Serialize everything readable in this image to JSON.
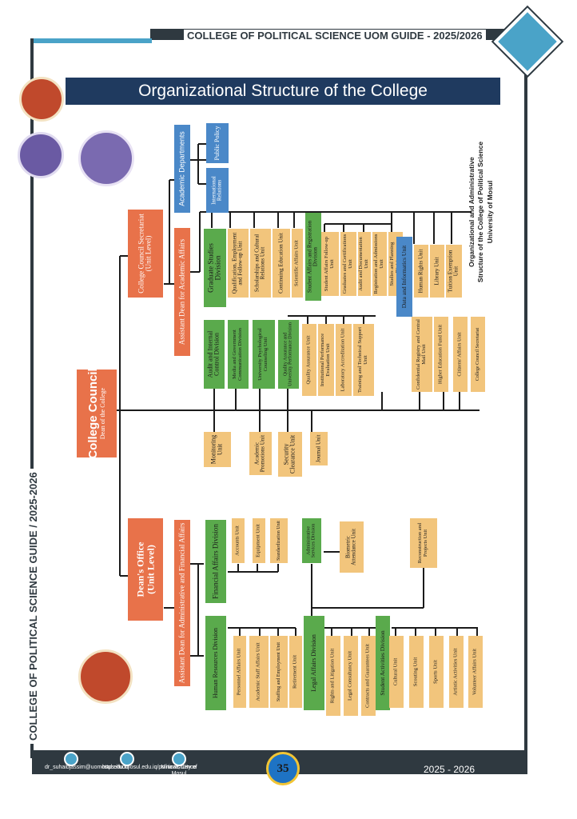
{
  "header": {
    "guide_title": "COLLEGE OF POLITICAL SCIENCE UOM GUIDE - 2025/2026",
    "side_title": "COLLEGE OF POLITICAL SCIENCE GUIDE / 2025-2026",
    "banner": "Organizational Structure of the College"
  },
  "caption": {
    "line1": "Organizational and Administrative",
    "line2": "Structure of the College of Political Science",
    "line3": "University of Mosul"
  },
  "chart": {
    "council": "College Council",
    "dean": "Dean of the College",
    "council_secretariat": "College Council Secretariat",
    "council_secretariat_level": "(Unit Level)",
    "deans_office": "Dean's Office",
    "deans_office_level": "(Unit Level)",
    "academic_departments": "Academic Departments",
    "public_policy": "Public Policy",
    "international_relations": "International Relations",
    "asst_academic": "Assistant Dean for Academic Affairs",
    "graduate_studies": "Graduate Studies Division",
    "qualification": "Qualification, Employment and Follow-up Unit",
    "scholarships": "Scholarships and Cultural Relations Unit",
    "continuing_education": "Continuing Education Unit",
    "scientific_affairs": "Scientific Affairs Unit",
    "student_affairs_reg": "Student Affairs and Registration Division",
    "student_affairs_followup": "Student Affairs Follow-up Unit",
    "graduates_cert": "Graduates and Certifications Unit",
    "audit_documentation": "Audit and Documentation Unit",
    "registration_admissions": "Registration and Admissions Unit",
    "studies_planning": "Studies and Planning Division",
    "data_informatics": "Data and Informatics Unit",
    "human_rights": "Human Rights Unit",
    "library": "Library Unit",
    "tuition_exemption": "Tuition Exemption Unit",
    "audit_internal": "Audit and Internal Control Division",
    "media_gov": "Media and Government Communication Division",
    "psych_counseling": "University Psychological Counseling Unit",
    "quality_assurance_div": "Quality Assurance and University Performance Division",
    "quality_assurance_unit": "Quality Assurance Unit",
    "institutional_eval": "Institutional Performance Evaluation Unit",
    "lab_accreditation": "Laboratory Accreditation Unit",
    "training_support": "Training and Technical Support Unit",
    "confidential_registry": "Confidential Registry and Central Mail Unit",
    "higher_education_fund": "Higher Education Fund Unit",
    "citizens_affairs": "Citizens' Affairs Unit",
    "council_secretariat_small": "College Council Secretariat",
    "monitoring": "Monitoring Unit",
    "academic_promotions": "Academic Promotions Unit",
    "security_clearance": "Security Clearance Unit",
    "journal": "Journal Unit",
    "asst_admin": "Assistant Dean for Administrative and Financial Affairs",
    "financial_affairs": "Financial Affairs Division",
    "accounts": "Accounts Unit",
    "equipment": "Equipment Unit",
    "standardization": "Standardization Unit",
    "admin_services": "Administrative Services Division",
    "biometric": "Biometric Attendance Unit",
    "reconstruction": "Reconstruction and Projects Unit",
    "human_resources": "Human Resources Division",
    "personnel": "Personnel Affairs Unit",
    "academic_staff": "Academic Staff Affairs Unit",
    "staffing": "Staffing and Employment Unit",
    "retirement": "Retirement Unit",
    "legal_affairs": "Legal Affairs Division",
    "rights_litigation": "Rights and Litigation Unit",
    "legal_consultancy": "Legal Consultancy Unit",
    "contracts": "Contracts and Guarantees Unit",
    "student_activities": "Student Activities Division",
    "cultural": "Cultural Unit",
    "scouting": "Scouting Unit",
    "sports": "Sports Unit",
    "artistic": "Artistic Activities Unit",
    "volunteer": "Volunteer Affairs Unit"
  },
  "footer": {
    "email": "dr_suhaibjassim@uomosul.edu.iq",
    "website": "https://uomosul.edu.iq/politicalscience",
    "location": "Ninava, City of Mosul",
    "page_number": "35",
    "year": "2025 - 2026"
  },
  "colors": {
    "orange": "#e8724a",
    "green": "#5aaa4c",
    "blue": "#4a88c8",
    "tan": "#f2c57c",
    "navy": "#1f3a5f"
  }
}
